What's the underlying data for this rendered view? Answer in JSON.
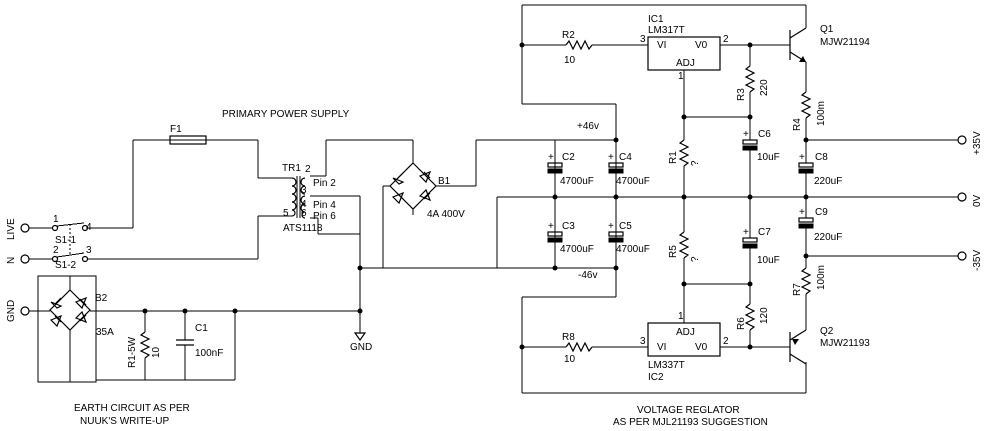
{
  "headings": {
    "primary_supply": "PRIMARY POWER SUPPLY",
    "earth_line1": "EARTH CIRCUIT AS PER",
    "earth_line2": "NUUK'S WRITE-UP",
    "regulator_line1": "VOLTAGE REGLATOR",
    "regulator_line2": "AS PER MJL21193 SUGGESTION"
  },
  "terminals": {
    "live": "LIVE",
    "neutral": "N",
    "gnd": "GND",
    "pos35": "+35V",
    "zero": "0V",
    "neg35": "-35V"
  },
  "nets": {
    "pos46": "+46v",
    "neg46": "-46v",
    "gnd_symbol": "GND"
  },
  "switch": {
    "s1_1": "S1-1",
    "s1_2": "S1-2",
    "pin1": "1",
    "pin4": "4",
    "pin2": "2",
    "pin3": "3"
  },
  "fuse": {
    "ref": "F1"
  },
  "transformer": {
    "ref": "TR1",
    "part": "ATS1118",
    "pin2": "Pin 2",
    "pin4": "Pin 4",
    "pin6": "Pin 6",
    "n2": "2",
    "n3": "3",
    "n4": "4",
    "n5": "5",
    "n6": "6"
  },
  "bridge_main": {
    "ref": "B1",
    "rating": "4A 400V"
  },
  "bridge_earth": {
    "ref": "B2",
    "rating": "35A"
  },
  "earth_parts": {
    "r1": "R1-5W",
    "r1_val": "10",
    "c1": "C1",
    "c1_val": "100nF"
  },
  "capacitors": {
    "c2": "C2",
    "c2_val": "4700uF",
    "c3": "C3",
    "c3_val": "4700uF",
    "c4": "C4",
    "c4_val": "4700uF",
    "c5": "C5",
    "c5_val": "4700uF",
    "c6": "C6",
    "c6_val": "10uF",
    "c7": "C7",
    "c7_val": "10uF",
    "c8": "C8",
    "c8_val": "220uF",
    "c9": "C9",
    "c9_val": "220uF",
    "plus": "+"
  },
  "resistors": {
    "r1": "R1",
    "r1_val": "?",
    "r2": "R2",
    "r2_val": "10",
    "r3": "R3",
    "r3_val": "220",
    "r4": "R4",
    "r4_val": "100m",
    "r5": "R5",
    "r5_val": "?",
    "r6": "R6",
    "r6_val": "120",
    "r7": "R7",
    "r7_val": "100m",
    "r8": "R8",
    "r8_val": "10"
  },
  "regulators": {
    "ic1_ref": "IC1",
    "ic1_part": "LM317T",
    "ic2_ref": "IC2",
    "ic2_part": "LM337T",
    "vi": "VI",
    "vo": "V0",
    "adj": "ADJ",
    "p1": "1",
    "p2": "2",
    "p3": "3"
  },
  "transistors": {
    "q1_ref": "Q1",
    "q1_part": "MJW21194",
    "q2_ref": "Q2",
    "q2_part": "MJW21193"
  }
}
